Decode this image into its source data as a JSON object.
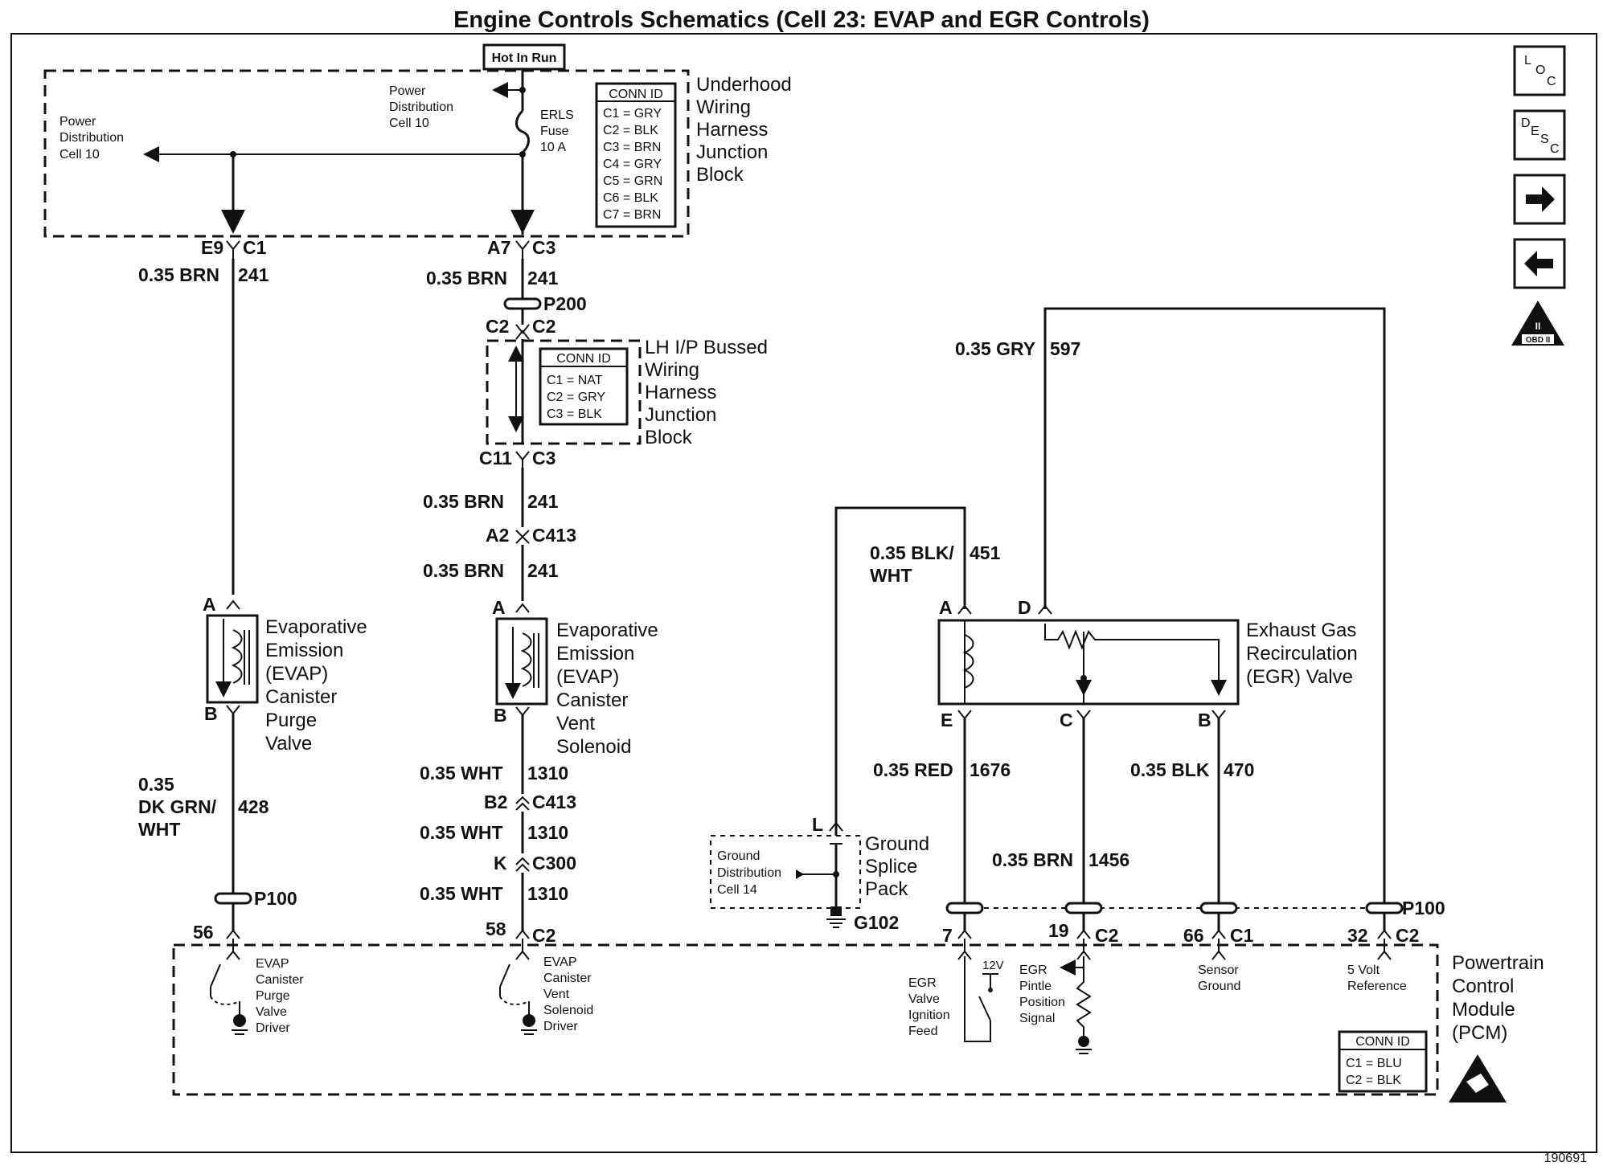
{
  "title": "Engine Controls Schematics (Cell 23: EVAP and EGR Controls)",
  "figure_number": "190691",
  "nav_icons": {
    "loc": {
      "l": "L",
      "o": "O",
      "c": "C"
    },
    "desc": {
      "d": "D",
      "e": "E",
      "s": "S",
      "c": "C"
    },
    "obd_badge": {
      "line1": "II",
      "line2": "OBD II"
    }
  },
  "hot_in_run": "Hot In Run",
  "underhood": {
    "power_dist_left": [
      "Power",
      "Distribution",
      "Cell 10"
    ],
    "power_dist_mid": [
      "Power",
      "Distribution",
      "Cell 10"
    ],
    "fuse": [
      "ERLS",
      "Fuse",
      "10 A"
    ],
    "conn_id_title": "CONN ID",
    "conn_ids": [
      "C1 = GRY",
      "C2 = BLK",
      "C3 = BRN",
      "C4 = GRY",
      "C5 = GRN",
      "C6 = BLK",
      "C7 = BRN"
    ],
    "name": [
      "Underhood",
      "Wiring",
      "Harness",
      "Junction",
      "Block"
    ]
  },
  "lhip": {
    "conn_id_title": "CONN ID",
    "conn_ids": [
      "C1 = NAT",
      "C2 = GRY",
      "C3 = BLK"
    ],
    "name": [
      "LH I/P Bussed",
      "Wiring",
      "Harness",
      "Junction",
      "Block"
    ]
  },
  "purge_circuit": {
    "top_conn": "E9",
    "top_conn2": "C1",
    "wire1": "0.35 BRN",
    "wire1_num": "241",
    "pin_a": "A",
    "pin_b": "B",
    "component": [
      "Evaporative",
      "Emission",
      "(EVAP)",
      "Canister",
      "Purge",
      "Valve"
    ],
    "wire2": [
      "0.35",
      "DK GRN/",
      "WHT"
    ],
    "wire2_num": "428",
    "splice": "P100",
    "pcm_pin": "56",
    "driver": [
      "EVAP",
      "Canister",
      "Purge",
      "Valve",
      "Driver"
    ]
  },
  "vent_circuit": {
    "top_conn": "A7",
    "top_conn2": "C3",
    "wire1": "0.35 BRN",
    "wire1_num": "241",
    "splice": "P200",
    "c2_left": "C2",
    "c2_right": "C2",
    "c11": "C11",
    "c3": "C3",
    "wire2": "0.35 BRN",
    "wire2_num": "241",
    "a2": "A2",
    "c413a": "C413",
    "wire3": "0.35 BRN",
    "wire3_num": "241",
    "pin_a": "A",
    "pin_b": "B",
    "component": [
      "Evaporative",
      "Emission",
      "(EVAP)",
      "Canister",
      "Vent",
      "Solenoid"
    ],
    "wire4": "0.35 WHT",
    "wire4_num": "1310",
    "b2": "B2",
    "c413b": "C413",
    "wire5": "0.35 WHT",
    "wire5_num": "1310",
    "k": "K",
    "c300": "C300",
    "wire6": "0.35 WHT",
    "wire6_num": "1310",
    "pcm_pin": "58",
    "pcm_conn": "C2",
    "driver": [
      "EVAP",
      "Canister",
      "Vent",
      "Solenoid",
      "Driver"
    ]
  },
  "egr": {
    "wire_gry": "0.35 GRY",
    "wire_gry_num": "597",
    "wire_blkwht": [
      "0.35 BLK/",
      "WHT"
    ],
    "wire_blkwht_num": "451",
    "pin_a": "A",
    "pin_d": "D",
    "pin_e": "E",
    "pin_c": "C",
    "pin_b": "B",
    "component": [
      "Exhaust Gas",
      "Recirculation",
      "(EGR) Valve"
    ],
    "wire_red": "0.35 RED",
    "wire_red_num": "1676",
    "wire_brn": "0.35 BRN",
    "wire_brn_num": "1456",
    "wire_blk": "0.35 BLK",
    "wire_blk_num": "470",
    "splice": "P100"
  },
  "ground": {
    "pin_l": "L",
    "splice_pack": [
      "Ground",
      "Splice",
      "Pack"
    ],
    "dist": [
      "Ground",
      "Distribution",
      "Cell 14"
    ],
    "g102": "G102"
  },
  "pcm": {
    "pin7": "7",
    "pin19": "19",
    "c2a": "C2",
    "pin66": "66",
    "c1": "C1",
    "pin32": "32",
    "c2b": "C2",
    "ign_feed": [
      "EGR",
      "Valve",
      "Ignition",
      "Feed"
    ],
    "v12": "12V",
    "pintle": [
      "EGR",
      "Pintle",
      "Position",
      "Signal"
    ],
    "sensor_ground": [
      "Sensor",
      "Ground"
    ],
    "ref5v": [
      "5 Volt",
      "Reference"
    ],
    "name": [
      "Powertrain",
      "Control",
      "Module",
      "(PCM)"
    ],
    "conn_id_title": "CONN ID",
    "conn_ids": [
      "C1 = BLU",
      "C2 = BLK"
    ]
  }
}
